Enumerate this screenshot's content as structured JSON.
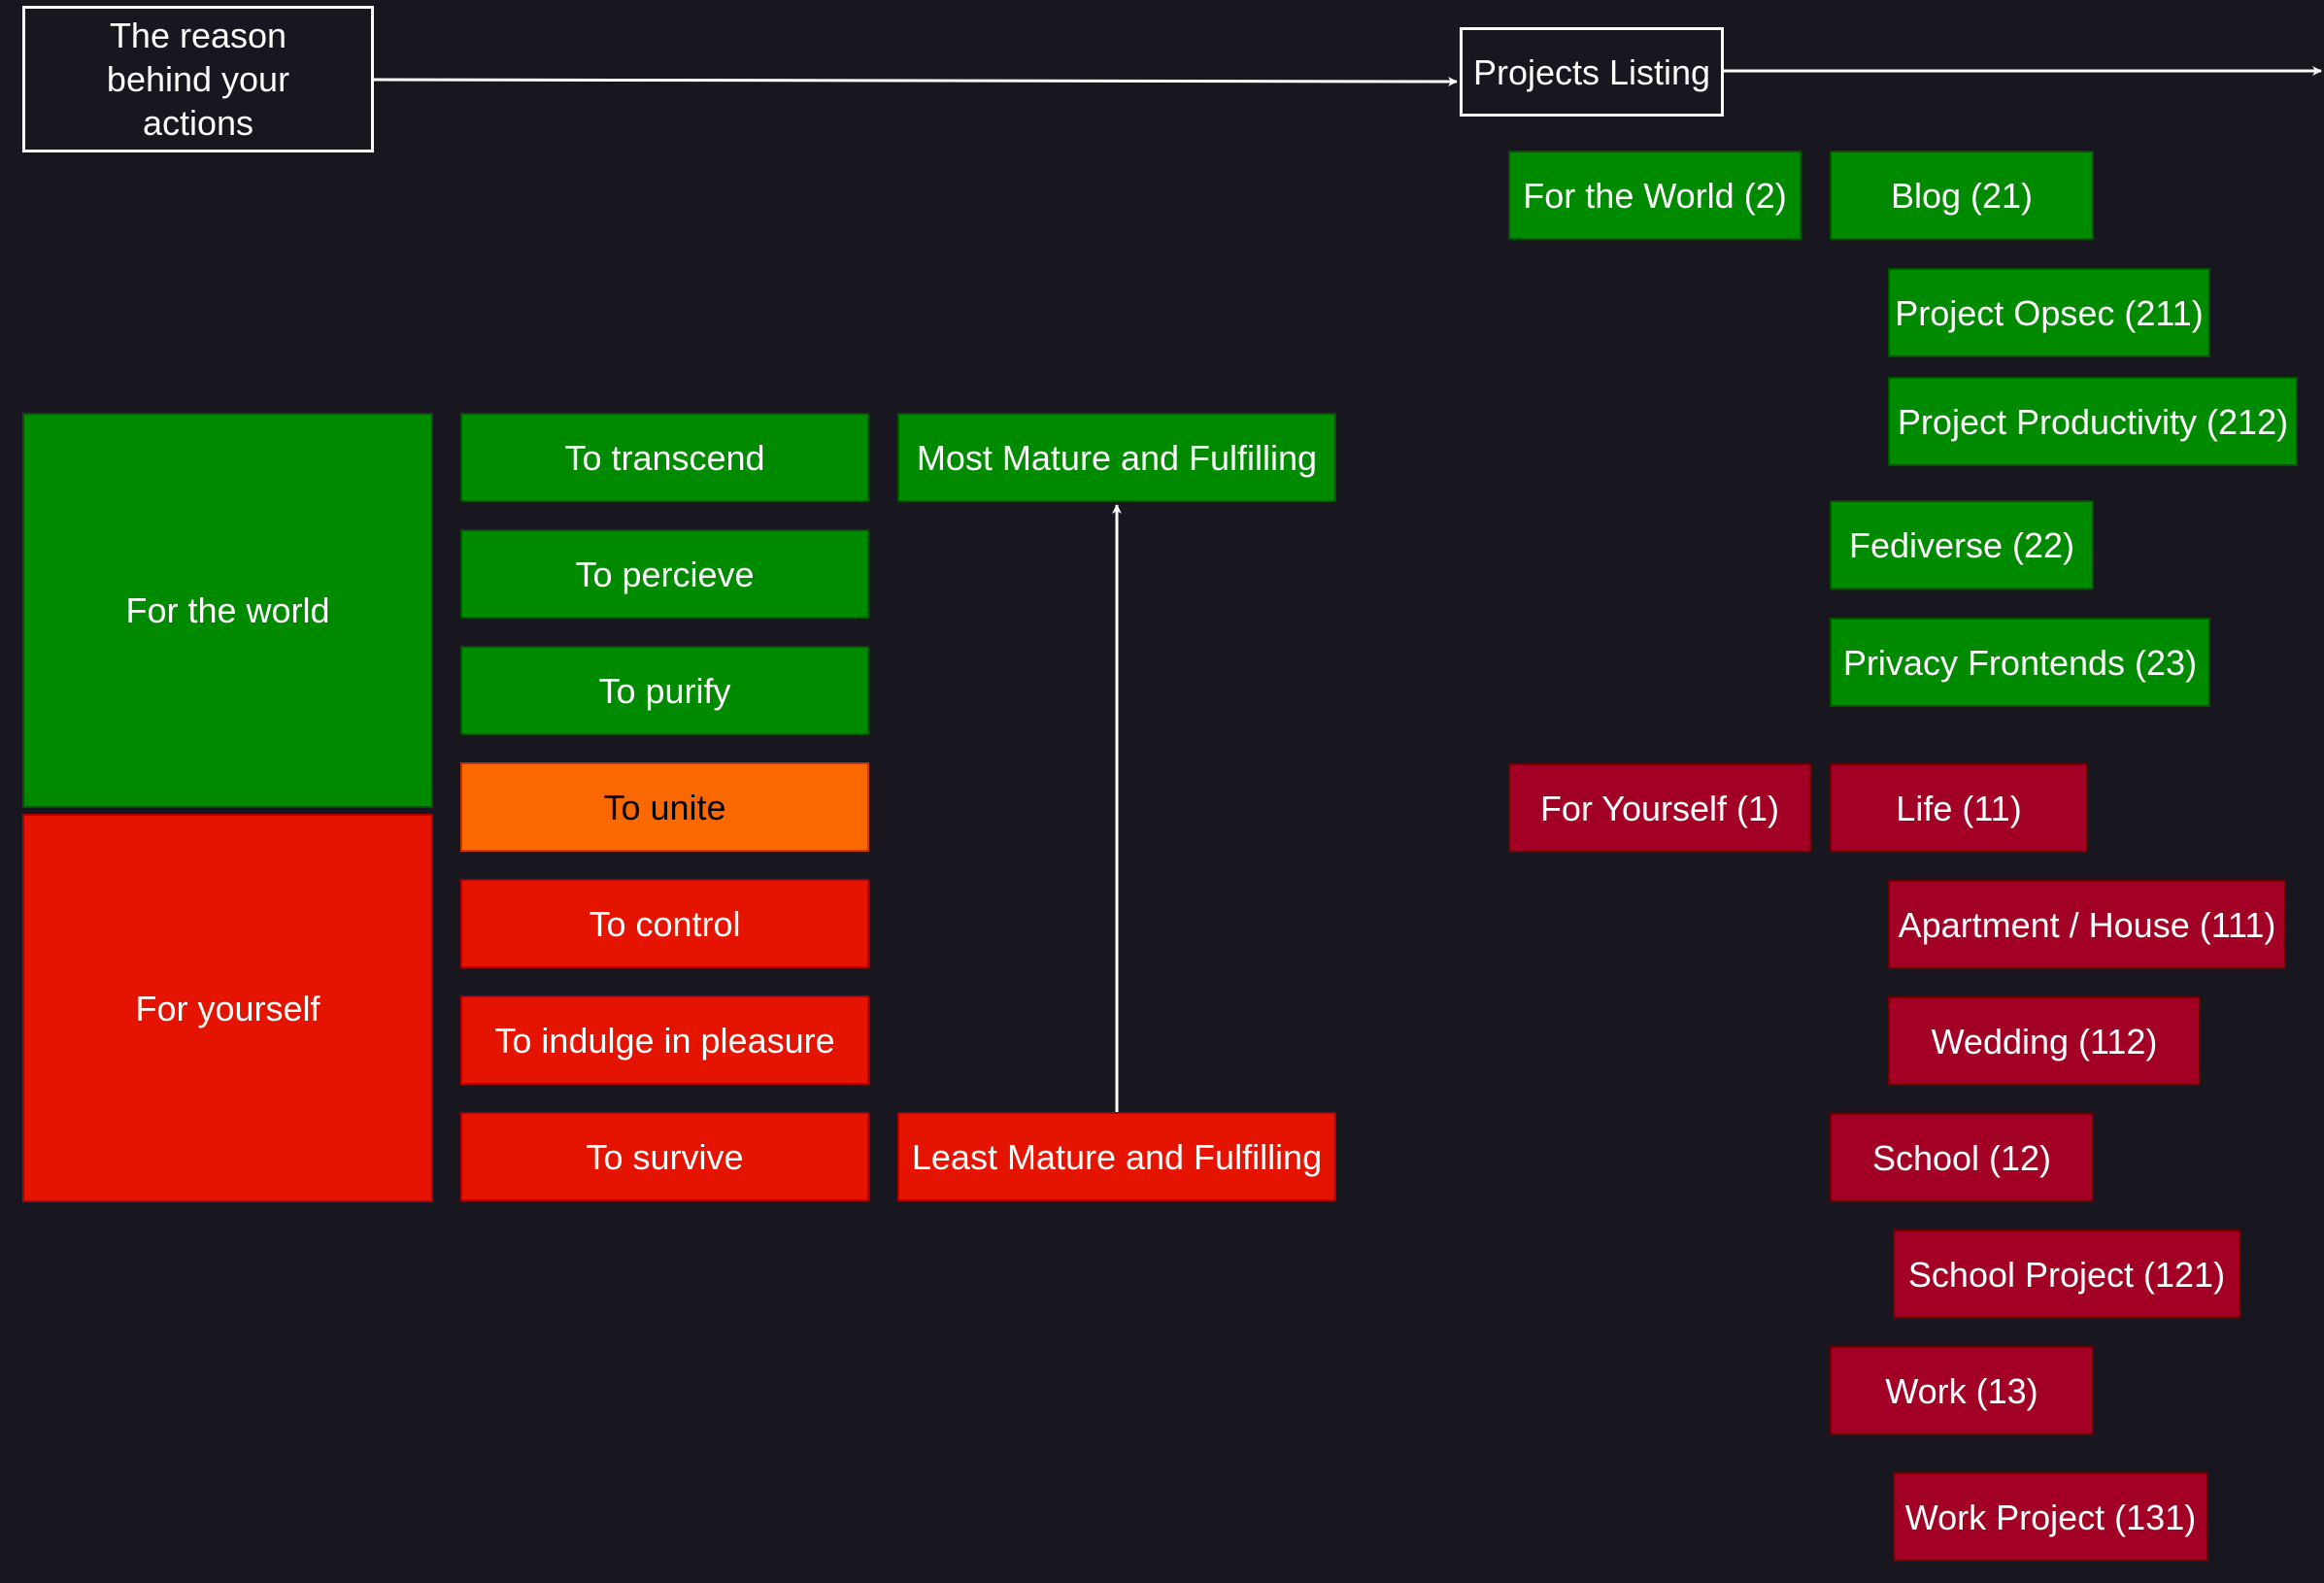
{
  "header": {
    "reason_title": "The reason behind your actions",
    "projects_title": "Projects Listing"
  },
  "motives": {
    "world_group": "For the world",
    "self_group": "For yourself",
    "items": [
      "To transcend",
      "To percieve",
      "To purify",
      "To unite",
      "To control",
      "To indulge in pleasure",
      "To survive"
    ]
  },
  "maturity": {
    "most": "Most Mature and Fulfilling",
    "least": "Least Mature and Fulfilling"
  },
  "projects": {
    "world": {
      "label": "For the World (2)",
      "blog": "Blog (21)",
      "opsec": "Project Opsec (211)",
      "productivity": "Project Productivity (212)",
      "fediverse": "Fediverse (22)",
      "privacy": "Privacy Frontends (23)"
    },
    "self": {
      "label": "For Yourself (1)",
      "life": "Life (11)",
      "apartment": "Apartment / House (111)",
      "wedding": "Wedding (112)",
      "school": "School (12)",
      "school_project": "School Project (121)",
      "work": "Work (13)",
      "work_project": "Work Project (131)"
    }
  },
  "colors": {
    "background": "#18161f",
    "green": "#008a00",
    "red": "#e51400",
    "orange": "#fa6800",
    "crimson": "#a20025",
    "line": "#ffffff"
  }
}
